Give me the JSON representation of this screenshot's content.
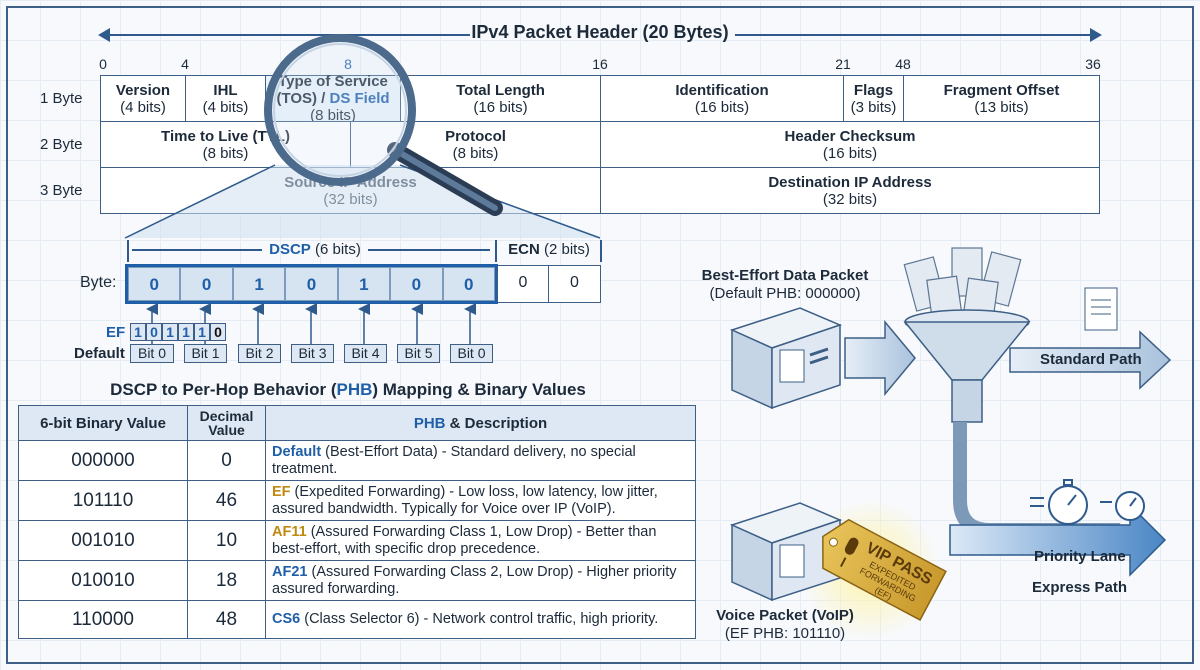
{
  "title": "IPv4 Packet Header (20 Bytes)",
  "ticks": [
    "0",
    "4",
    "8",
    "16",
    "21",
    "48",
    "36"
  ],
  "row_labels": [
    "1 Byte",
    "2 Byte",
    "3 Byte"
  ],
  "fields": {
    "version": {
      "name": "Version",
      "size": "(4 bits)"
    },
    "ihl": {
      "name": "IHL",
      "size": "(4 bits)"
    },
    "tos": {
      "name": "Type of Service",
      "name2": "(TOS) / ",
      "ds": "DS Field",
      "size": "(8 bits)"
    },
    "total_length": {
      "name": "Total Length",
      "size": "(16 bits)"
    },
    "identification": {
      "name": "Identification",
      "size": "(16 bits)"
    },
    "flags": {
      "name": "Flags",
      "size": "(3 bits)"
    },
    "fragment_offset": {
      "name": "Fragment Offset",
      "size": "(13 bits)"
    },
    "ttl": {
      "name": "Time to Live (TTL)",
      "size": "(8 bits)"
    },
    "protocol": {
      "name": "Protocol",
      "size": "(8 bits)"
    },
    "checksum": {
      "name": "Header Checksum",
      "size": "(16 bits)"
    },
    "source": {
      "name": "Source IP Address",
      "size": "(32 bits)"
    },
    "destination": {
      "name": "Destination IP Address",
      "size": "(32 bits)"
    }
  },
  "dscp": {
    "label": "DSCP",
    "label_size": "(6 bits)",
    "ecn_label": "ECN",
    "ecn_size": "(2 bits)",
    "byte_label": "Byte:",
    "bits": [
      "0",
      "0",
      "1",
      "0",
      "1",
      "0",
      "0"
    ],
    "ecn_bits": [
      "0",
      "0"
    ],
    "ef_label": "EF",
    "ef_bits": [
      "1",
      "0",
      "1",
      "1",
      "1",
      "0"
    ],
    "default_label": "Default",
    "bit_labels": [
      "Bit 0",
      "Bit 1",
      "Bit 2",
      "Bit 3",
      "Bit 4",
      "Bit 5",
      "Bit 0"
    ]
  },
  "mapping": {
    "title_pre": "DSCP to Per-Hop Behavior (",
    "title_phb": "PHB",
    "title_post": ") Mapping & Binary Values",
    "headers": [
      "6-bit Binary Value",
      "Decimal Value",
      "PHB",
      " & Description"
    ],
    "rows": [
      {
        "binary": "000000",
        "decimal": "0",
        "phb": "Default",
        "desc": " (Best-Effort Data) - Standard delivery, no special treatment.",
        "color": "#1f5fa8"
      },
      {
        "binary": "101110",
        "decimal": "46",
        "phb": "EF",
        "desc": " (Expedited Forwarding) - Low loss, low latency, low jitter, assured bandwidth. Typically for Voice over IP (VoIP).",
        "color": "#c08a12"
      },
      {
        "binary": "001010",
        "decimal": "10",
        "phb": "AF11",
        "desc": " (Assured Forwarding Class 1, Low Drop) - Better than best-effort, with specific drop precedence.",
        "color": "#c08a12"
      },
      {
        "binary": "010010",
        "decimal": "18",
        "phb": "AF21",
        "desc": " (Assured Forwarding Class 2, Low Drop) - Higher priority assured forwarding.",
        "color": "#1f5fa8"
      },
      {
        "binary": "110000",
        "decimal": "48",
        "phb": "CS6",
        "desc": " (Class Selector 6) - Network control traffic, high priority.",
        "color": "#1f5fa8"
      }
    ]
  },
  "flow": {
    "best_effort_title": "Best-Effort Data Packet",
    "best_effort_sub": "(Default PHB: 000000)",
    "standard_path": "Standard Path",
    "priority_lane": "Priority Lane",
    "express_path": "Express Path",
    "voice_title": "Voice Packet (VoIP)",
    "voice_sub": "(EF PHB: 101110)",
    "tag_line1": "VIP PASS",
    "tag_line2": "EXPEDITED",
    "tag_line3": "FORWARDING",
    "tag_line4": "(EF)"
  }
}
